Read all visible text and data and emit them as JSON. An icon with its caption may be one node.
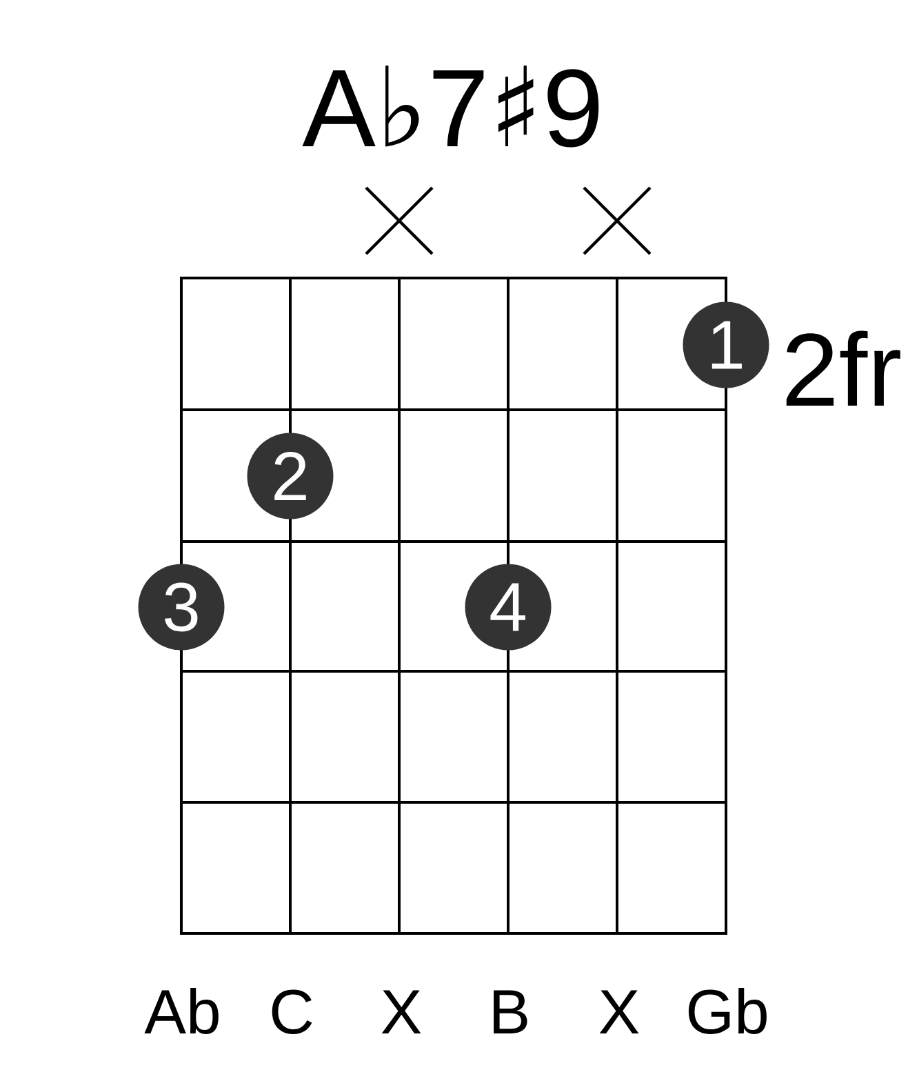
{
  "diagram": {
    "title": "A♭7♯9",
    "nodes": [
      {
        "text": [
          "1"
        ]
      },
      {
        "text": [
          "2"
        ]
      },
      {
        "text": [
          "3"
        ]
      },
      {
        "text": [
          "4"
        ]
      }
    ],
    "labels": [
      "2fr",
      "Ab",
      "C",
      "X",
      "B",
      "X",
      "Gb"
    ]
  }
}
